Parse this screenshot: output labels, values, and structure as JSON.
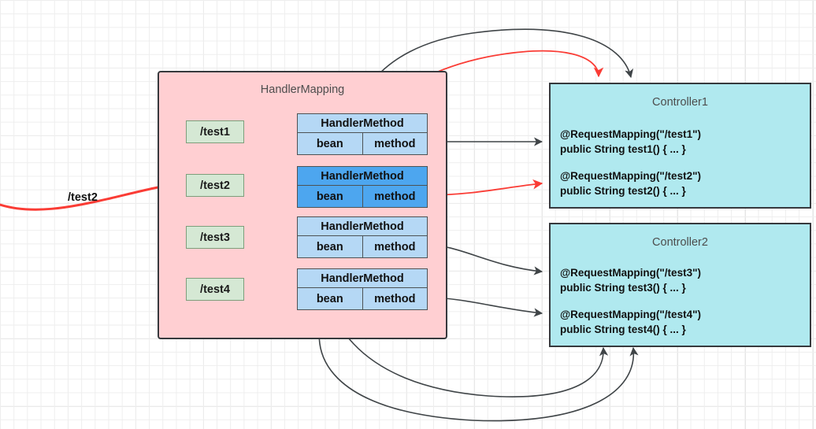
{
  "diagram": {
    "title": "Spring MVC HandlerMapping request dispatch",
    "background": {
      "color": "#ffffff",
      "grid_minor_color": "#eeeeee",
      "grid_major_color": "#e2e2e2"
    },
    "colors": {
      "handler_mapping_fill": "#ffcfd2",
      "path_box_fill": "#d5e8d4",
      "path_box_stroke": "#7d9e7b",
      "handler_method_fill": "#b5d8f5",
      "handler_method_active_fill": "#4da6ef",
      "controller_fill": "#b0e9ef",
      "box_stroke": "#36393d",
      "edge_black": "#3f4447",
      "edge_red": "#fa3c35",
      "title_text": "#4d4d4d"
    }
  },
  "incoming_request": {
    "label": "/test2",
    "color": "#fa3c35"
  },
  "handler_mapping": {
    "title": "HandlerMapping",
    "paths": [
      {
        "label": "/test1",
        "highlighted": false
      },
      {
        "label": "/test2",
        "highlighted": true
      },
      {
        "label": "/test3",
        "highlighted": false
      },
      {
        "label": "/test4",
        "highlighted": false
      }
    ],
    "handler_methods": [
      {
        "header": "HandlerMethod",
        "bean": "bean",
        "method": "method",
        "highlighted": false
      },
      {
        "header": "HandlerMethod",
        "bean": "bean",
        "method": "method",
        "highlighted": true
      },
      {
        "header": "HandlerMethod",
        "bean": "bean",
        "method": "method",
        "highlighted": false
      },
      {
        "header": "HandlerMethod",
        "bean": "bean",
        "method": "method",
        "highlighted": false
      }
    ]
  },
  "controllers": [
    {
      "name": "Controller1",
      "methods": [
        {
          "annotation": "@RequestMapping(\"/test1\")",
          "signature": "public String test1() { ... }"
        },
        {
          "annotation": "@RequestMapping(\"/test2\")",
          "signature": "public String test2() { ... }"
        }
      ]
    },
    {
      "name": "Controller2",
      "methods": [
        {
          "annotation": "@RequestMapping(\"/test3\")",
          "signature": "public String test3() { ... }"
        },
        {
          "annotation": "@RequestMapping(\"/test4\")",
          "signature": "public String test4() { ... }"
        }
      ]
    }
  ]
}
